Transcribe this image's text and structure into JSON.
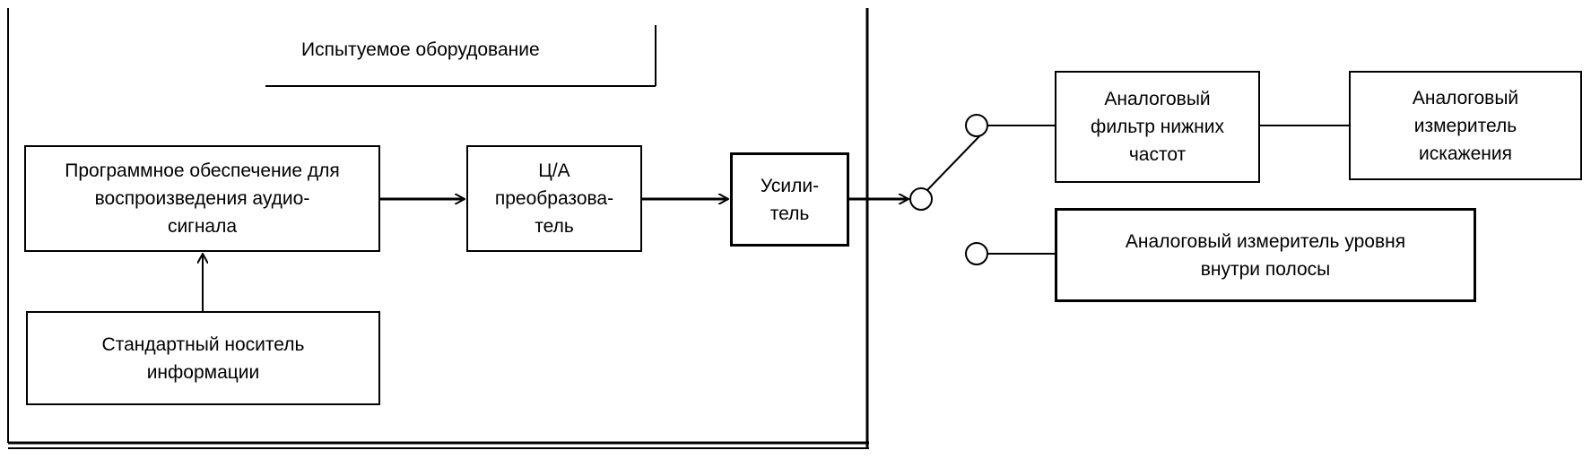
{
  "equipment_under_test": {
    "title": "Испытуемое оборудование",
    "software_box": "Программное обеспечение для\nвоспроизведения аудио-\nсигнала",
    "dac_box": "Ц/А\nпреобразова-\nтель",
    "amplifier_box": "Усили-\nтель",
    "media_box": "Стандартный носитель\nинформации"
  },
  "external": {
    "lowpass_filter_box": "Аналоговый\nфильтр нижних\nчастот",
    "distortion_meter_box": "Аналоговый\nизмеритель\nискажения",
    "level_meter_box": "Аналоговый измеритель уровня\nвнутри полосы"
  }
}
